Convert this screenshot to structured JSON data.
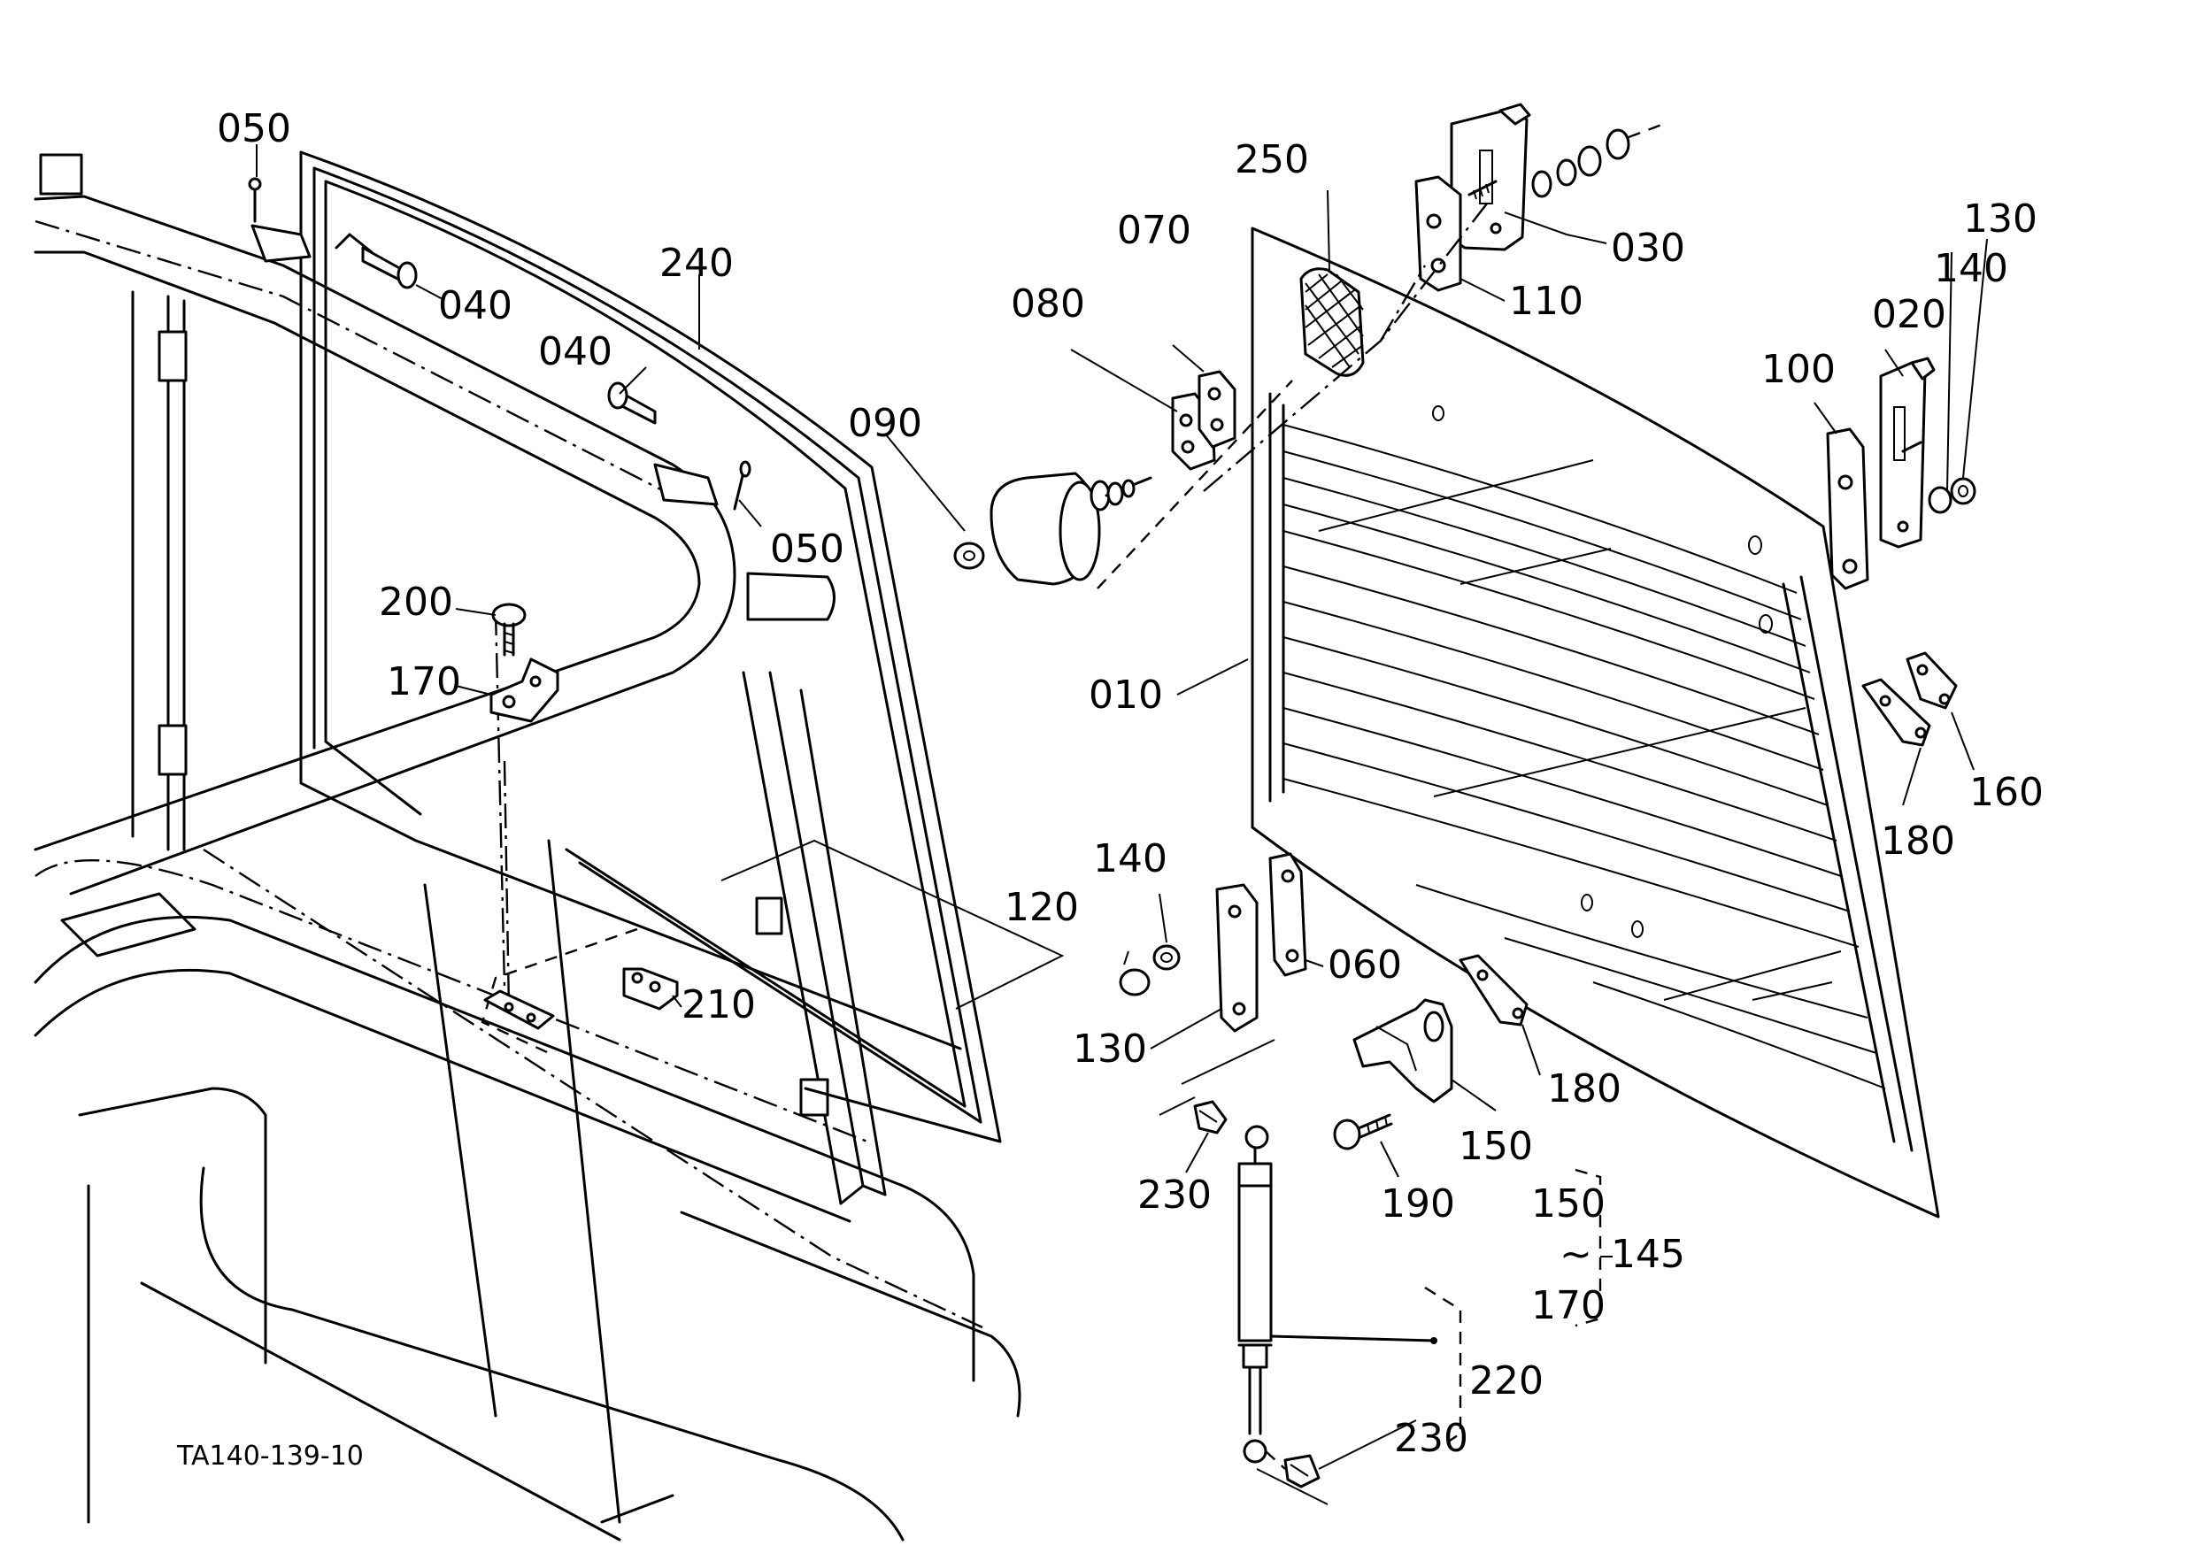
{
  "figure_id": "TA140-139-10",
  "callouts": [
    {
      "id": "c010",
      "text": "010"
    },
    {
      "id": "c020",
      "text": "020"
    },
    {
      "id": "c030",
      "text": "030"
    },
    {
      "id": "c040a",
      "text": "040"
    },
    {
      "id": "c040b",
      "text": "040"
    },
    {
      "id": "c050a",
      "text": "050"
    },
    {
      "id": "c050b",
      "text": "050"
    },
    {
      "id": "c060",
      "text": "060"
    },
    {
      "id": "c070",
      "text": "070"
    },
    {
      "id": "c080",
      "text": "080"
    },
    {
      "id": "c090",
      "text": "090"
    },
    {
      "id": "c100",
      "text": "100"
    },
    {
      "id": "c110",
      "text": "110"
    },
    {
      "id": "c120",
      "text": "120"
    },
    {
      "id": "c130a",
      "text": "130"
    },
    {
      "id": "c130b",
      "text": "130"
    },
    {
      "id": "c140a",
      "text": "140"
    },
    {
      "id": "c140b",
      "text": "140"
    },
    {
      "id": "c150a",
      "text": "150"
    },
    {
      "id": "c150b",
      "text": "150"
    },
    {
      "id": "c160",
      "text": "160"
    },
    {
      "id": "c170a",
      "text": "170"
    },
    {
      "id": "c170b",
      "text": "170"
    },
    {
      "id": "c180a",
      "text": "180"
    },
    {
      "id": "c180b",
      "text": "180"
    },
    {
      "id": "c190",
      "text": "190"
    },
    {
      "id": "c200",
      "text": "200"
    },
    {
      "id": "c210",
      "text": "210"
    },
    {
      "id": "c220",
      "text": "220"
    },
    {
      "id": "c230a",
      "text": "230"
    },
    {
      "id": "c230b",
      "text": "230"
    },
    {
      "id": "c240",
      "text": "240"
    },
    {
      "id": "c250",
      "text": "250"
    }
  ],
  "range_group": {
    "from": "150",
    "tilde": "~",
    "to": "170",
    "assembly": "145"
  }
}
